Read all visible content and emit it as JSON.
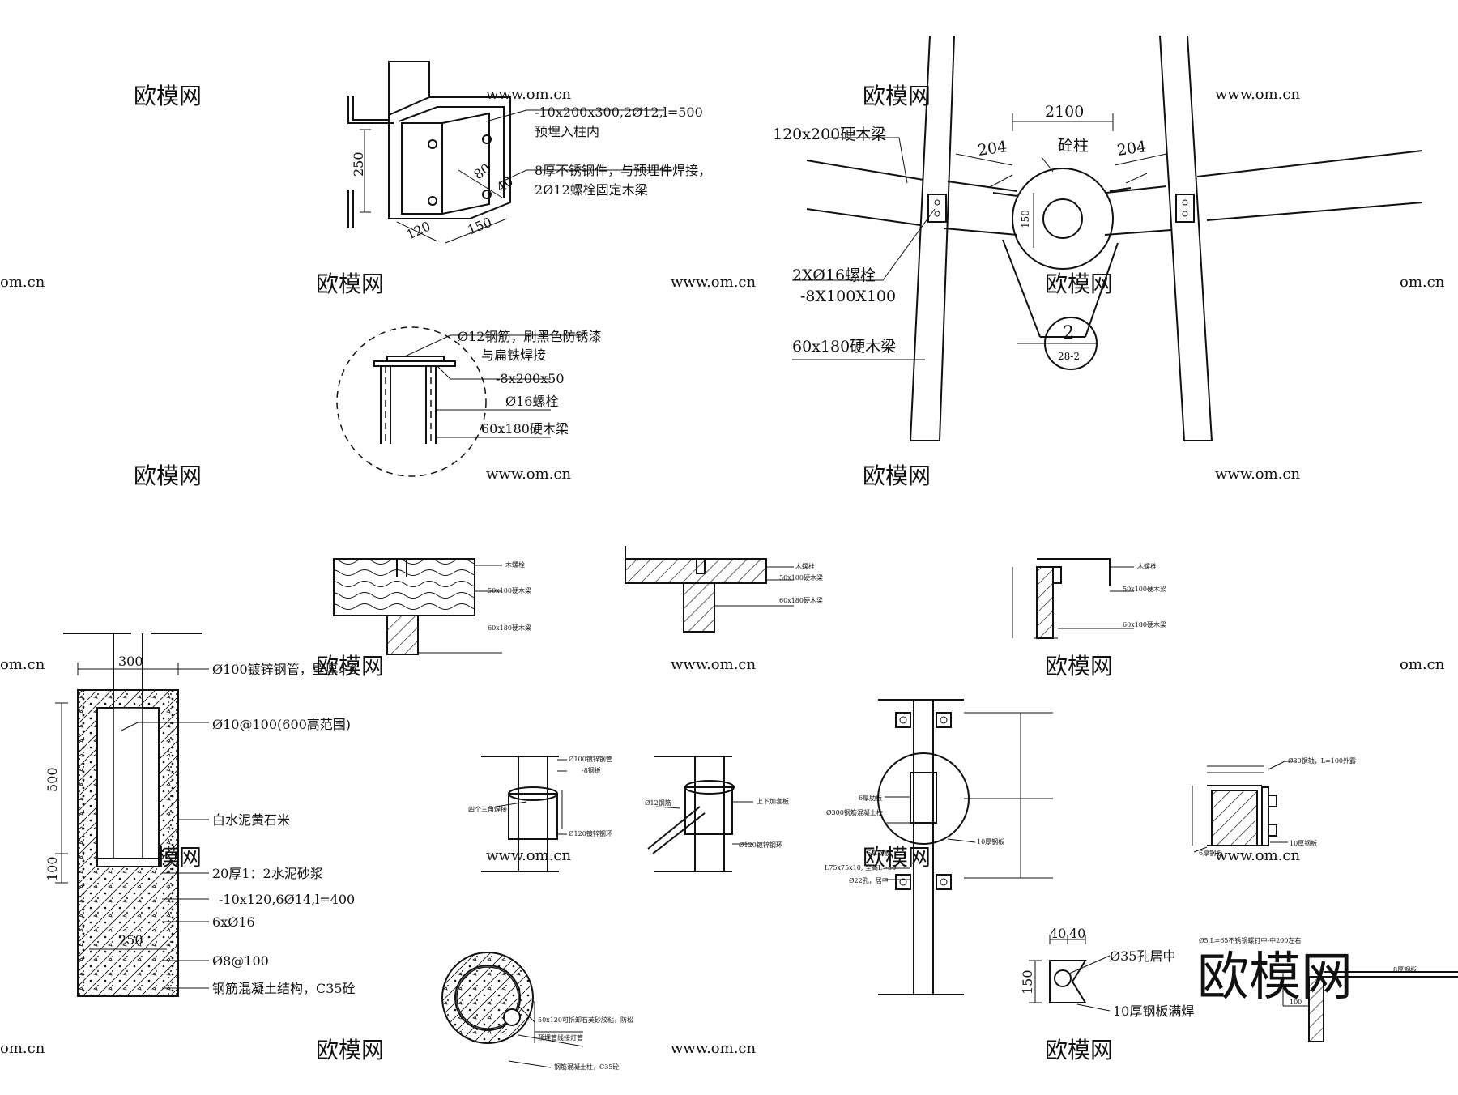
{
  "detail_bracket": {
    "note1a": "-10x200x300,2Ø12,l=500",
    "note1b": "预埋入柱内",
    "note2a": "8厚不锈钢件，与预埋件焊接，",
    "note2b": "2Ø12螺栓固定木梁",
    "dim_250": "250",
    "dim_120": "120",
    "dim_150": "150",
    "dim_80": "80",
    "dim_40": "40"
  },
  "detail_circle": {
    "n1a": "Ø12钢筋，刷黑色防锈漆",
    "n1b": "与扁铁焊接",
    "n2": "-8x200x50",
    "n3": "Ø16螺栓",
    "n4": "60x180硬木梁"
  },
  "detail_plan": {
    "beam_top": "120x200硬木梁",
    "dim_2100": "2100",
    "dim_204_left": "204",
    "dim_204_right": "204",
    "column": "砼柱",
    "dim_150": "150",
    "bolt_a": "2XØ16螺栓",
    "bolt_b": "-8X100X100",
    "beam_bottom": "60x180硬木梁",
    "ref_num": "2",
    "ref_sheet": "28-2"
  },
  "wood_sections": {
    "s1": [
      "木螺栓",
      "50x100硬木梁",
      "60x180硬木梁"
    ],
    "s2": [
      "木螺栓",
      "50x100硬木梁",
      "60x180硬木梁"
    ],
    "s3": [
      "木螺栓",
      "50x100硬木梁",
      "60x180硬木梁"
    ]
  },
  "pile_section": {
    "dim_300": "300",
    "n1": "Ø100镀锌钢管，壁厚>6",
    "n2": "Ø10@100(600高范围)",
    "dim_500": "500",
    "n3": "白水泥黄石米",
    "dim_100": "100",
    "n4": "20厚1：2水泥砂浆",
    "n5": "-10x120,6Ø14,l=400",
    "n6": "6xØ16",
    "dim_250": "250",
    "n7": "Ø8@100",
    "n8": "钢筋混凝土结构，C35砼"
  },
  "small_details": {
    "d1_a": "Ø100镀锌钢管",
    "d1_b": "-8钢板",
    "d1_c": "四个三角焊接",
    "d1_d": "Ø120镀锌钢环",
    "d2_a": "Ø12钢筋",
    "d2_b": "上下加套板",
    "d2_c": "Ø120镀锌钢环",
    "round_a": "50x120可拆卸石英砂胶粘，防松",
    "round_b": "预埋管线接灯管",
    "round_c": "钢筋混凝土柱，C35砼"
  },
  "steel_plan": {
    "n1": "6厚肋板",
    "n2": "Ø300钢筋混凝土柱",
    "n3": "6厚钢板",
    "n4": "10厚钢板",
    "n5": "L75x75x10, 全高L=50",
    "n6": "Ø22孔，居中"
  },
  "right_detail": {
    "n1": "Ø30钢轴，L=100外露",
    "n2": "6厚钢板",
    "n3": "10厚钢板"
  },
  "plate_detail": {
    "dim_40a": "40",
    "dim_40b": "40",
    "dim_150": "150",
    "hole": "Ø35孔居中",
    "weld": "10厚钢板满焊"
  },
  "bottom_right": {
    "n1": "Ø5,L=65不锈钢螺钉中-中200左右",
    "n2": "8厚钢板",
    "n3": "100"
  },
  "watermarks": {
    "brand": "欧模网",
    "url": "www.om.cn",
    "url_edge": "om.cn"
  },
  "colors": {
    "line": "#111111",
    "watermark": "#c9c9c9",
    "background": "#ffffff"
  }
}
